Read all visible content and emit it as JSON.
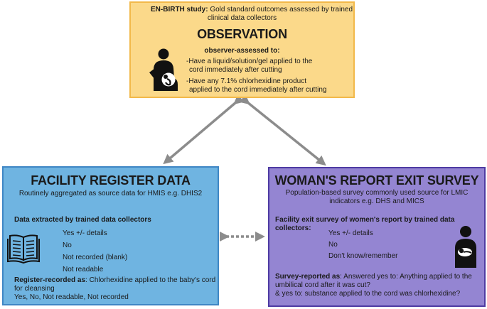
{
  "observation": {
    "intro_bold": "EN-BIRTH study:",
    "intro_line1": "Gold standard outcomes assessed by trained",
    "intro_line2": "clinical data collectors",
    "title": "OBSERVATION",
    "subtitle": "observer-assessed to:",
    "item1_line1": "-Have a liquid/solution/gel applied to the",
    "item1_line2": "cord immediately after cutting",
    "item2_line1": "-Have any 7.1% chlorhexidine product",
    "item2_line2": "applied to the cord immediately after cutting",
    "icon": "pregnant-woman-icon"
  },
  "facility": {
    "title": "FACILITY REGISTER DATA",
    "subtitle": "Routinely aggregated as source data for HMIS e.g. DHIS2",
    "extracted_label": "Data extracted by trained data collectors",
    "options": [
      "Yes +/- details",
      "No",
      "Not recorded (blank)",
      "Not readable"
    ],
    "recorded_bold": "Register-recorded as",
    "recorded_line1": ": Chlorhexidine applied to the baby's cord",
    "recorded_line2": "for cleansing",
    "recorded_line3": "Yes, No, Not readable, Not recorded",
    "icon": "open-book-icon"
  },
  "woman": {
    "title": "WOMAN'S REPORT EXIT SURVEY",
    "subtitle_line1": "Population-based survey commonly used source for LMIC",
    "subtitle_line2": "indicators e.g. DHS and MICS",
    "exit_label_line1": "Facility exit survey of women's report by trained data",
    "exit_label_line2": "collectors:",
    "options": [
      "Yes +/- details",
      "No",
      "Don't know/remember"
    ],
    "reported_bold": "Survey-reported as",
    "reported_line1": ": Answered yes to: Anything applied to the",
    "reported_line2": "umbilical cord after it was cut?",
    "reported_line3": "& yes to:  substance applied to the cord was chlorhexidine?",
    "icon": "mother-with-baby-icon"
  },
  "colors": {
    "observation_fill": "#fbd98a",
    "facility_fill": "#6fb4e1",
    "woman_fill": "#9485d2",
    "arrow": "#8c8c8c"
  }
}
